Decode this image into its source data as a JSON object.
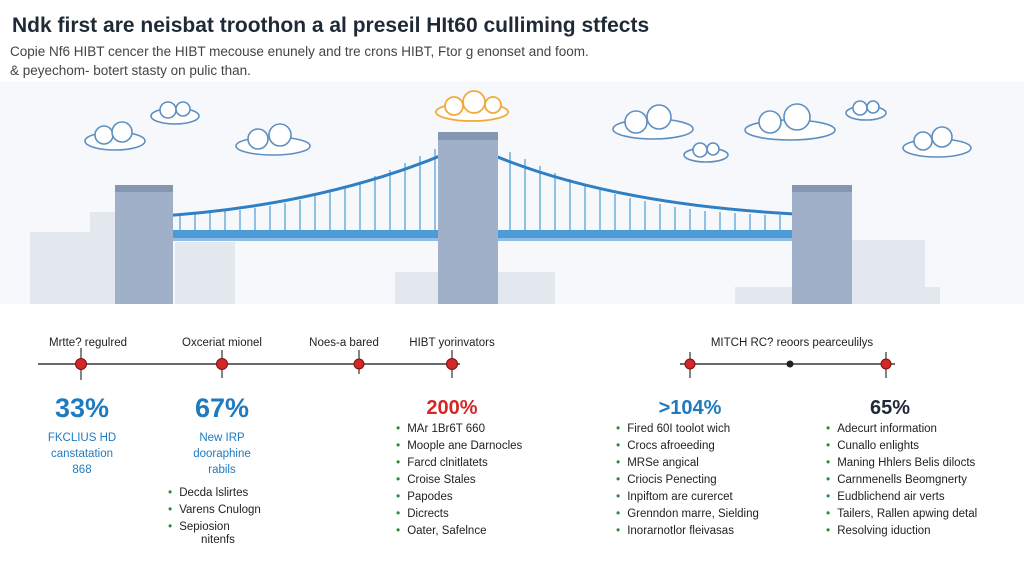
{
  "title": "Ndk first are neisbat troothon a al preseil HIt60 culliming stfects",
  "subtitle_line1": "Copie Nf6 HIBT cencer the  HIBT mecouse enunely and tre crons HIBT, Ftor g enonset and foom.",
  "subtitle_line2": "& peyechom- botert stasty on pulic than.",
  "colors": {
    "blue": "#1f7bc0",
    "red": "#d42828",
    "bridge": "#4d9bd6",
    "tower": "#9fb0c8",
    "cloud": "#5e8fc2",
    "cloud_accent": "#f2a93b"
  },
  "milestones": [
    {
      "label": "Mrtte? regulred"
    },
    {
      "label": "Oxceriat mionel"
    },
    {
      "label": "Noes-a bared"
    },
    {
      "label": "HIBT yorinvators"
    },
    {
      "label": "MITCH RC? reoors pearceulilys"
    }
  ],
  "columns": [
    {
      "stat": "33%",
      "caption": [
        "FKCLIUS HD",
        "canstatation",
        "868"
      ],
      "bullets": []
    },
    {
      "stat": "67%",
      "caption": [
        "New IRP",
        "dooraphine",
        "rabils"
      ],
      "bullets": [
        "Decda lslirtes",
        "Varens Cnulogn",
        "Sepiosion"
      ],
      "tail": "nitenfs"
    },
    {
      "stat": "200%",
      "caption": [],
      "bullets": [
        "MAr 1Br6T 660",
        "Moople ane Darnocles",
        "Farcd clnitlatets",
        "Croise Stales",
        "Papodes",
        "Dicrects",
        "Oater, Safelnce"
      ]
    },
    {
      "stat": ">104%",
      "caption": [],
      "bullets": [
        "Fired 60I toolot wich",
        "Crocs afroeeding",
        "MRSe angical",
        "Criocis Penecting",
        "Inpiftom are curercet",
        "Grenndon marre, Sielding",
        "Inorarnotlor fleivasas"
      ]
    },
    {
      "stat": "65%",
      "caption": [],
      "bullets": [
        "Adecurt information",
        "Cunallo enlights",
        "Maning Hhlers Belis dilocts",
        "Carnmenells Beomgnerty",
        "Eudblichend air verts",
        "Tailers, Rallen apwing detal",
        "Resolving iduction"
      ]
    }
  ]
}
